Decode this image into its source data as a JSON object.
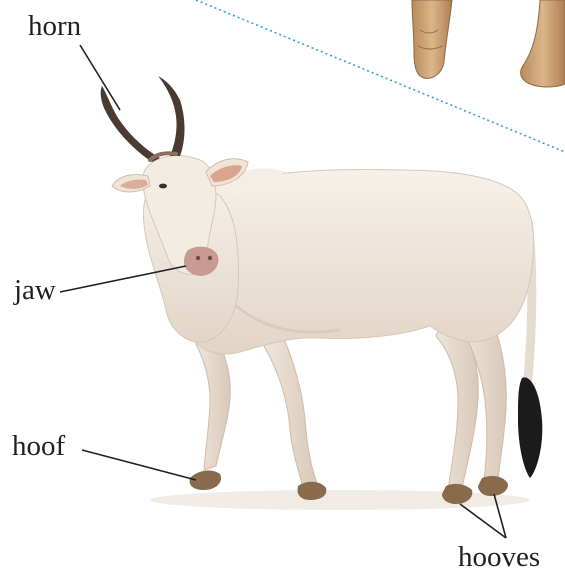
{
  "labels": {
    "horn": "horn",
    "jaw": "jaw",
    "hoof": "hoof",
    "hooves": "hooves"
  },
  "colors": {
    "label_text": "#231f20",
    "leader_line": "#231f20",
    "dotted_line": "#2aa5d6",
    "cow_body": "#efe8df",
    "cow_shadow": "#d9cbbd",
    "horn": "#4a3a30",
    "hoof": "#8a6a4c",
    "tail_tip": "#1c1a1a",
    "elephant_skin": "#c9a27a"
  }
}
